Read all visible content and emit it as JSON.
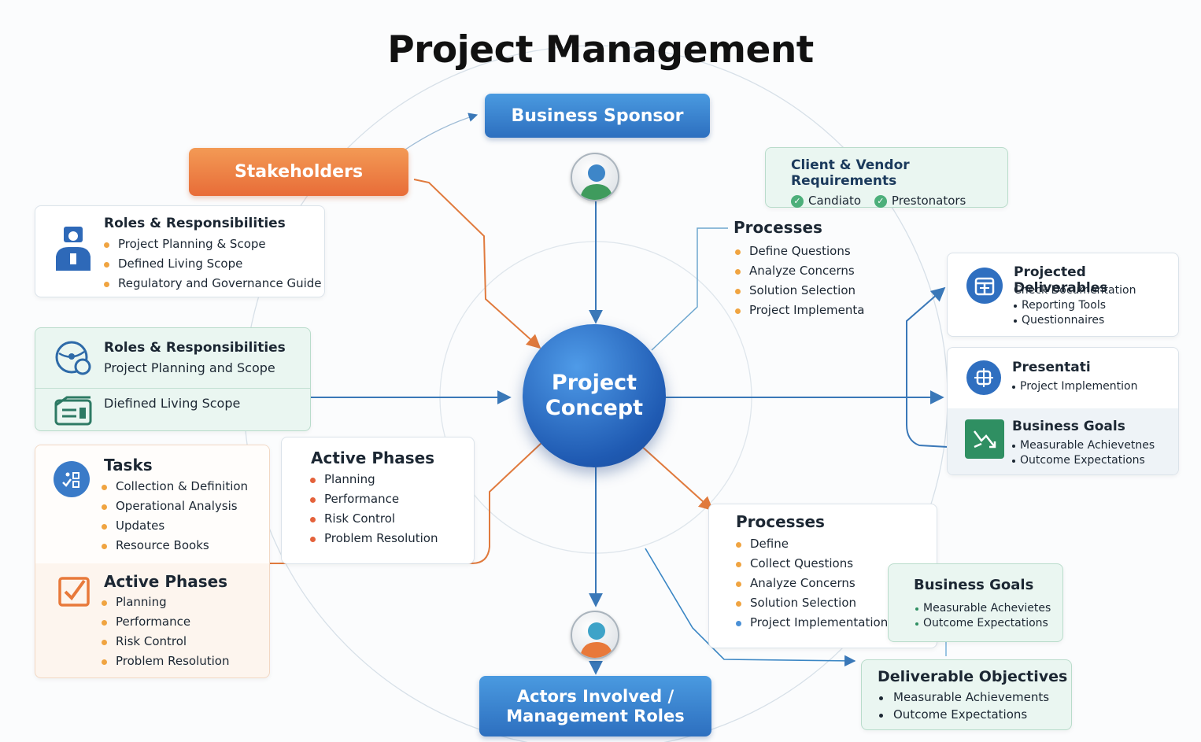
{
  "title": "Project Management",
  "hub": {
    "line1": "Project",
    "line2": "Concept"
  },
  "business_sponsor": "Business Sponsor",
  "stakeholders": "Stakeholders",
  "actors": {
    "line1": "Actors Involved /",
    "line2": "Management Roles"
  },
  "client_vendor": {
    "title": "Client & Vendor Requirements",
    "items": [
      "Candiato",
      "Prestonators"
    ]
  },
  "roles_1": {
    "title": "Roles & Responsibilities",
    "items": [
      "Project Planning & Scope",
      "Defined Living Scope",
      "Regulatory and Governance Guide"
    ]
  },
  "roles_2": {
    "title": "Roles & Responsibilities",
    "subtitle": "Project Planning and Scope",
    "row2": "Diefined Living Scope"
  },
  "tasks": {
    "title": "Tasks",
    "items": [
      "Collection & Definition",
      "Operational Analysis",
      "Updates",
      "Resource Books"
    ]
  },
  "active_phases_left": {
    "title": "Active Phases",
    "items": [
      "Planning",
      "Performance",
      "Risk Control",
      "Problem Resolution"
    ]
  },
  "active_phases_center": {
    "title": "Active Phases",
    "items": [
      "Planning",
      "Performance",
      "Risk Control",
      "Problem Resolution"
    ]
  },
  "processes_top": {
    "title": "Processes",
    "items": [
      "Define Questions",
      "Analyze Concerns",
      "Solution Selection",
      "Project Implementa"
    ]
  },
  "processes_bottom": {
    "title": "Processes",
    "items": [
      "Define",
      "Collect Questions",
      "Analyze Concerns",
      "Solution Selection",
      "Project Implementation"
    ]
  },
  "projected_deliverables": {
    "title": "Projected Deliverables",
    "subtitle": "Check Documentation",
    "items": [
      "Reporting Tools",
      "Questionnaires"
    ]
  },
  "presentati": {
    "title": "Presentati",
    "items": [
      "Project Implemention"
    ]
  },
  "business_goals_right": {
    "title": "Business Goals",
    "items": [
      "Measurable Achievetnes",
      "Outcome Expectations"
    ]
  },
  "business_goals_bottom": {
    "title": "Business Goals",
    "items": [
      "Measurable Achevietes",
      "Outcome Expectations"
    ]
  },
  "deliverable_objectives": {
    "title": "Deliverable Objectives",
    "items": [
      "Measurable Achievements",
      "Outcome Expectations"
    ]
  },
  "colors": {
    "blue": "#2d6fbf",
    "orange": "#e86c38",
    "green": "#2f8f62",
    "teal_line": "#3a86c4"
  }
}
